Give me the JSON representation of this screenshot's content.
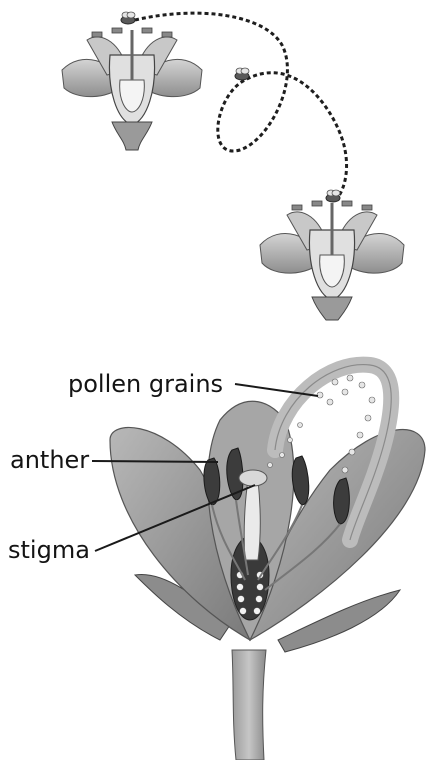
{
  "labels": {
    "pollen_grains": "pollen grains",
    "anther": "anther",
    "stigma": "stigma"
  },
  "colors": {
    "petal_light": "#bfbfbf",
    "petal_mid": "#9a9a9a",
    "petal_dark": "#6e6e6e",
    "outline": "#3a3a3a",
    "path_dash": "#1e1e1e",
    "text": "#141414"
  },
  "icons": {
    "bee": "bee-icon"
  }
}
